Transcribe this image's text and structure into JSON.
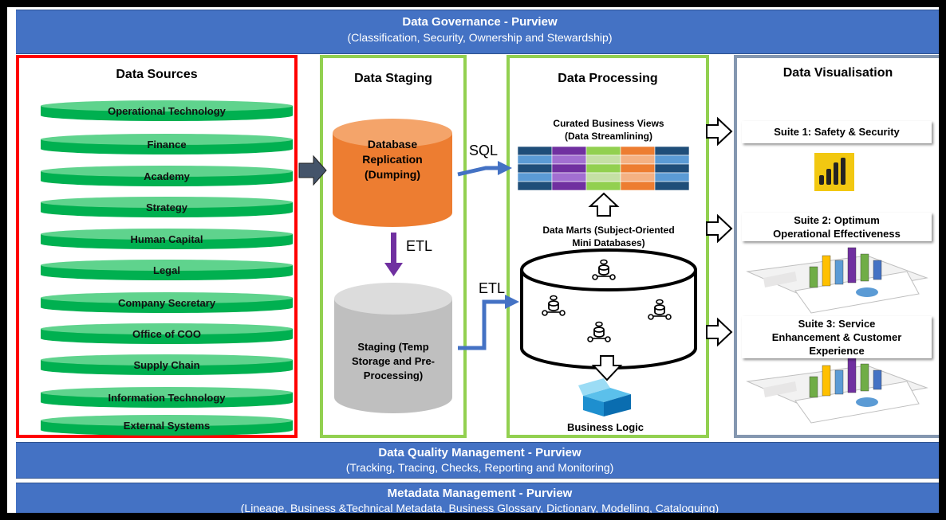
{
  "governance": {
    "title": "Data Governance - Purview",
    "subtitle": "(Classification, Security, Ownership and Stewardship)"
  },
  "sources": {
    "title": "Data Sources",
    "items": [
      "Operational Technology",
      "Finance",
      "Academy",
      "Strategy",
      "Human Capital",
      "Legal",
      "Company Secretary",
      "Office of COO",
      "Supply Chain",
      "Information Technology",
      "External Systems"
    ]
  },
  "staging": {
    "title": "Data Staging",
    "replication": [
      "Database",
      "Replication",
      "(Dumping)"
    ],
    "etl": "ETL",
    "staging_db": [
      "Staging (Temp",
      "Storage and Pre-",
      "Processing)"
    ]
  },
  "processing": {
    "title": "Data Processing",
    "sql": "SQL",
    "etl": "ETL",
    "curated": [
      "Curated Business Views",
      "(Data Streamlining)"
    ],
    "marts": [
      "Data Marts (Subject-Oriented",
      "Mini Databases)"
    ],
    "business_logic": "Business Logic"
  },
  "visualisation": {
    "title": "Data Visualisation",
    "suite1": "Suite 1: Safety & Security",
    "suite2": [
      "Suite 2: Optimum",
      "Operational Effectiveness"
    ],
    "suite3": [
      "Suite 3: Service",
      "Enhancement & Customer",
      "Experience"
    ]
  },
  "quality": {
    "title": "Data Quality Management - Purview",
    "subtitle": "(Tracking, Tracing, Checks, Reporting and Monitoring)"
  },
  "metadata": {
    "title": "Metadata Management - Purview",
    "subtitle": "(Lineage, Business &Technical Metadata, Business Glossary, Dictionary, Modelling,  Cataloguing)"
  },
  "colors": {
    "band_blue": "#4472c4",
    "source_border": "#ff0000",
    "panel_border_green": "#92d050",
    "panel_border_grey": "#8497b0",
    "disk_green": "#00b050",
    "replication_orange": "#ed7d31",
    "staging_grey": "#bfbfbf",
    "etl_arrow_purple": "#7030a0",
    "flow_arrow_blue": "#4472c4"
  },
  "icons": [
    "power-bi-icon",
    "chart-3d-icon",
    "database-icon",
    "box-icon",
    "arrow-right-icon",
    "arrow-up-icon",
    "arrow-down-icon"
  ]
}
